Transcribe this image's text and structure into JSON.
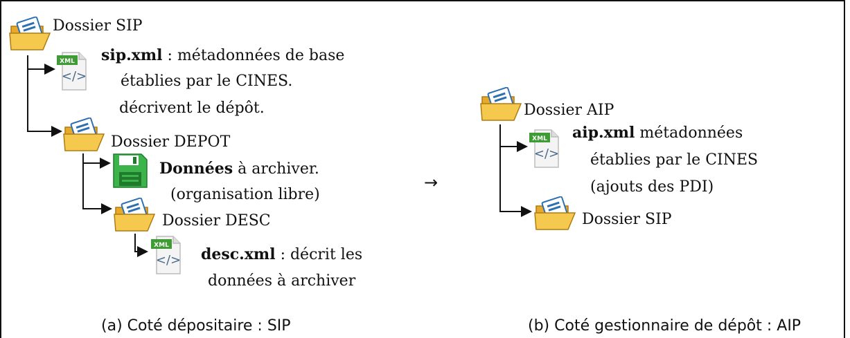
{
  "left_tree": {
    "root_label": "Dossier SIP",
    "sip_file_name": "sip.xml",
    "sip_desc_line1": " : métadonnées de base",
    "sip_desc_line2": "établies par le CINES.",
    "sip_desc_line3": "décrivent le dépôt.",
    "depot_label": "Dossier DEPOT",
    "data_name": "Données",
    "data_desc_line1": " à archiver.",
    "data_desc_line2": "(organisation libre)",
    "desc_folder_label": "Dossier DESC",
    "desc_file_name": "desc.xml",
    "desc_line1": " : décrit les",
    "desc_line2": "données à archiver",
    "caption": "(a) Coté dépositaire : SIP"
  },
  "middle_arrow": "→",
  "right_tree": {
    "root_label": "Dossier AIP",
    "aip_file_name": "aip.xml",
    "aip_desc_line1": " métadonnées",
    "aip_desc_line2": "établies par le CINES",
    "aip_desc_line3": "(ajouts des PDI)",
    "sip_folder_label": "Dossier SIP",
    "caption": "(b) Coté gestionnaire de dépôt : AIP"
  },
  "icons": {
    "xml_badge_text": "XML",
    "xml_code_glyph": "</>",
    "folder_color": "#f5c94e",
    "xml_badge_color": "#3f9c35",
    "save_color": "#3cb44b"
  }
}
